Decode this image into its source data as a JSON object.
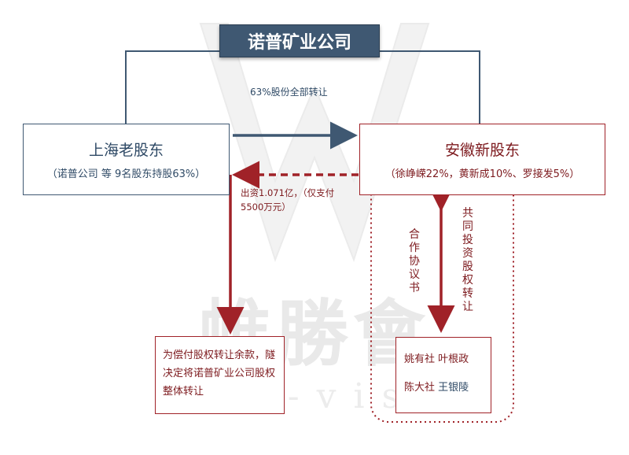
{
  "title": "诺普矿业公司",
  "old_shareholders": {
    "title": "上海老股东",
    "subtitle": "（诺普公司  等 9名股东持股63%）"
  },
  "new_shareholders": {
    "title": "安徽新股东",
    "subtitle": "（徐峥嵘22%，黄新成10%、罗接发5%）"
  },
  "transfer_label": "63%股份全部转让",
  "investment_label": "出资1.071亿，（仅支付5500万元）",
  "cooperation_label": "合作协议书",
  "joint_investment_label": "共同投资股权转让",
  "payment_box": {
    "text": "为偿付股权转让余款，隧决定将诺普矿业公司股权整体转让"
  },
  "people_box": {
    "line1": "姚有社 叶根政",
    "line2_a": "陈大社 ",
    "line2_b": "王银陵"
  },
  "watermark": {
    "text": "帷勝會",
    "sub": "law-vise"
  },
  "colors": {
    "navy": "#3f5872",
    "dark_red": "#a02228",
    "text_red": "#7d1a1e",
    "text_blue": "#2f4a66"
  }
}
